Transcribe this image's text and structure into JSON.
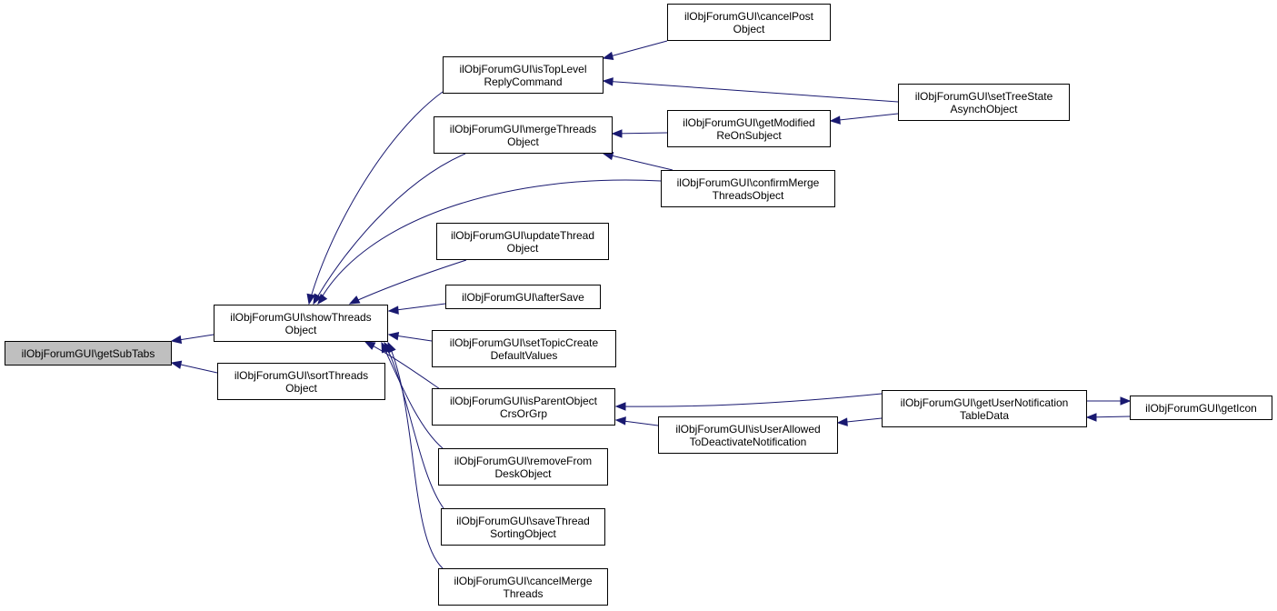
{
  "colors": {
    "edge": "#191970",
    "root_fill": "#bfbfbf",
    "node_fill": "#ffffff",
    "border": "#000000"
  },
  "nodes": [
    {
      "id": "getSubTabs",
      "lines": [
        "ilObjForumGUI\\getSubTabs"
      ],
      "root": true
    },
    {
      "id": "showThreadsObject",
      "lines": [
        "ilObjForumGUI\\showThreads",
        "Object"
      ]
    },
    {
      "id": "sortThreadsObject",
      "lines": [
        "ilObjForumGUI\\sortThreads",
        "Object"
      ]
    },
    {
      "id": "isTopLevelReplyCommand",
      "lines": [
        "ilObjForumGUI\\isTopLevel",
        "ReplyCommand"
      ]
    },
    {
      "id": "mergeThreadsObject",
      "lines": [
        "ilObjForumGUI\\mergeThreads",
        "Object"
      ]
    },
    {
      "id": "updateThreadObject",
      "lines": [
        "ilObjForumGUI\\updateThread",
        "Object"
      ]
    },
    {
      "id": "afterSave",
      "lines": [
        "ilObjForumGUI\\afterSave"
      ]
    },
    {
      "id": "setTopicCreateDefaultValues",
      "lines": [
        "ilObjForumGUI\\setTopicCreate",
        "DefaultValues"
      ]
    },
    {
      "id": "isParentObjectCrsOrGrp",
      "lines": [
        "ilObjForumGUI\\isParentObject",
        "CrsOrGrp"
      ]
    },
    {
      "id": "removeFromDeskObject",
      "lines": [
        "ilObjForumGUI\\removeFrom",
        "DeskObject"
      ]
    },
    {
      "id": "saveThreadSortingObject",
      "lines": [
        "ilObjForumGUI\\saveThread",
        "SortingObject"
      ]
    },
    {
      "id": "cancelMergeThreads",
      "lines": [
        "ilObjForumGUI\\cancelMerge",
        "Threads"
      ]
    },
    {
      "id": "cancelPostObject",
      "lines": [
        "ilObjForumGUI\\cancelPost",
        "Object"
      ]
    },
    {
      "id": "getModifiedReOnSubject",
      "lines": [
        "ilObjForumGUI\\getModified",
        "ReOnSubject"
      ]
    },
    {
      "id": "confirmMergeThreadsObject",
      "lines": [
        "ilObjForumGUI\\confirmMerge",
        "ThreadsObject"
      ]
    },
    {
      "id": "isUserAllowedToDeactivateNotification",
      "lines": [
        "ilObjForumGUI\\isUserAllowed",
        "ToDeactivateNotification"
      ]
    },
    {
      "id": "setTreeStateAsynchObject",
      "lines": [
        "ilObjForumGUI\\setTreeState",
        "AsynchObject"
      ]
    },
    {
      "id": "getUserNotificationTableData",
      "lines": [
        "ilObjForumGUI\\getUserNotification",
        "TableData"
      ]
    },
    {
      "id": "getIcon",
      "lines": [
        "ilObjForumGUI\\getIcon"
      ]
    }
  ]
}
